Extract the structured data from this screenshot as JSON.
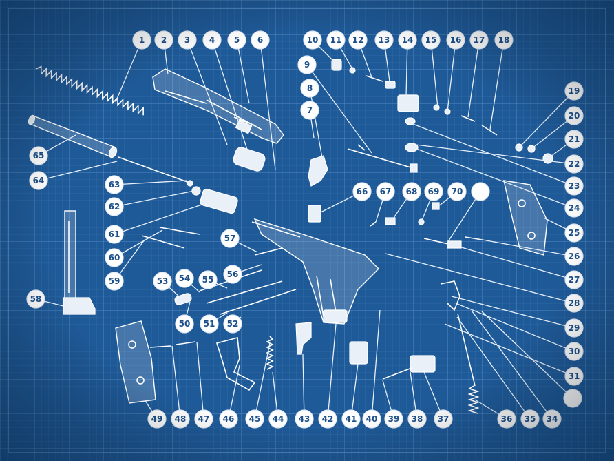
{
  "colors": {
    "background": "#1f5a98",
    "grid_minor": "#3a75b2",
    "grid_major": "#5088c2",
    "ink": "#ffffff",
    "label_text": "#1c4f8a"
  },
  "labels": [
    "1",
    "2",
    "3",
    "4",
    "5",
    "6",
    "7",
    "8",
    "9",
    "10",
    "11",
    "12",
    "13",
    "14",
    "15",
    "16",
    "17",
    "18",
    "19",
    "20",
    "21",
    "22",
    "23",
    "24",
    "25",
    "26",
    "27",
    "28",
    "29",
    "30",
    "31",
    "34",
    "35",
    "36",
    "37",
    "38",
    "39",
    "40",
    "41",
    "42",
    "43",
    "44",
    "45",
    "46",
    "47",
    "48",
    "49",
    "50",
    "51",
    "52",
    "53",
    "54",
    "55",
    "56",
    "57",
    "58",
    "59",
    "60",
    "61",
    "62",
    "63",
    "64",
    "65",
    "66",
    "67",
    "68",
    "69",
    "70"
  ],
  "unlabeled_markers": 2
}
